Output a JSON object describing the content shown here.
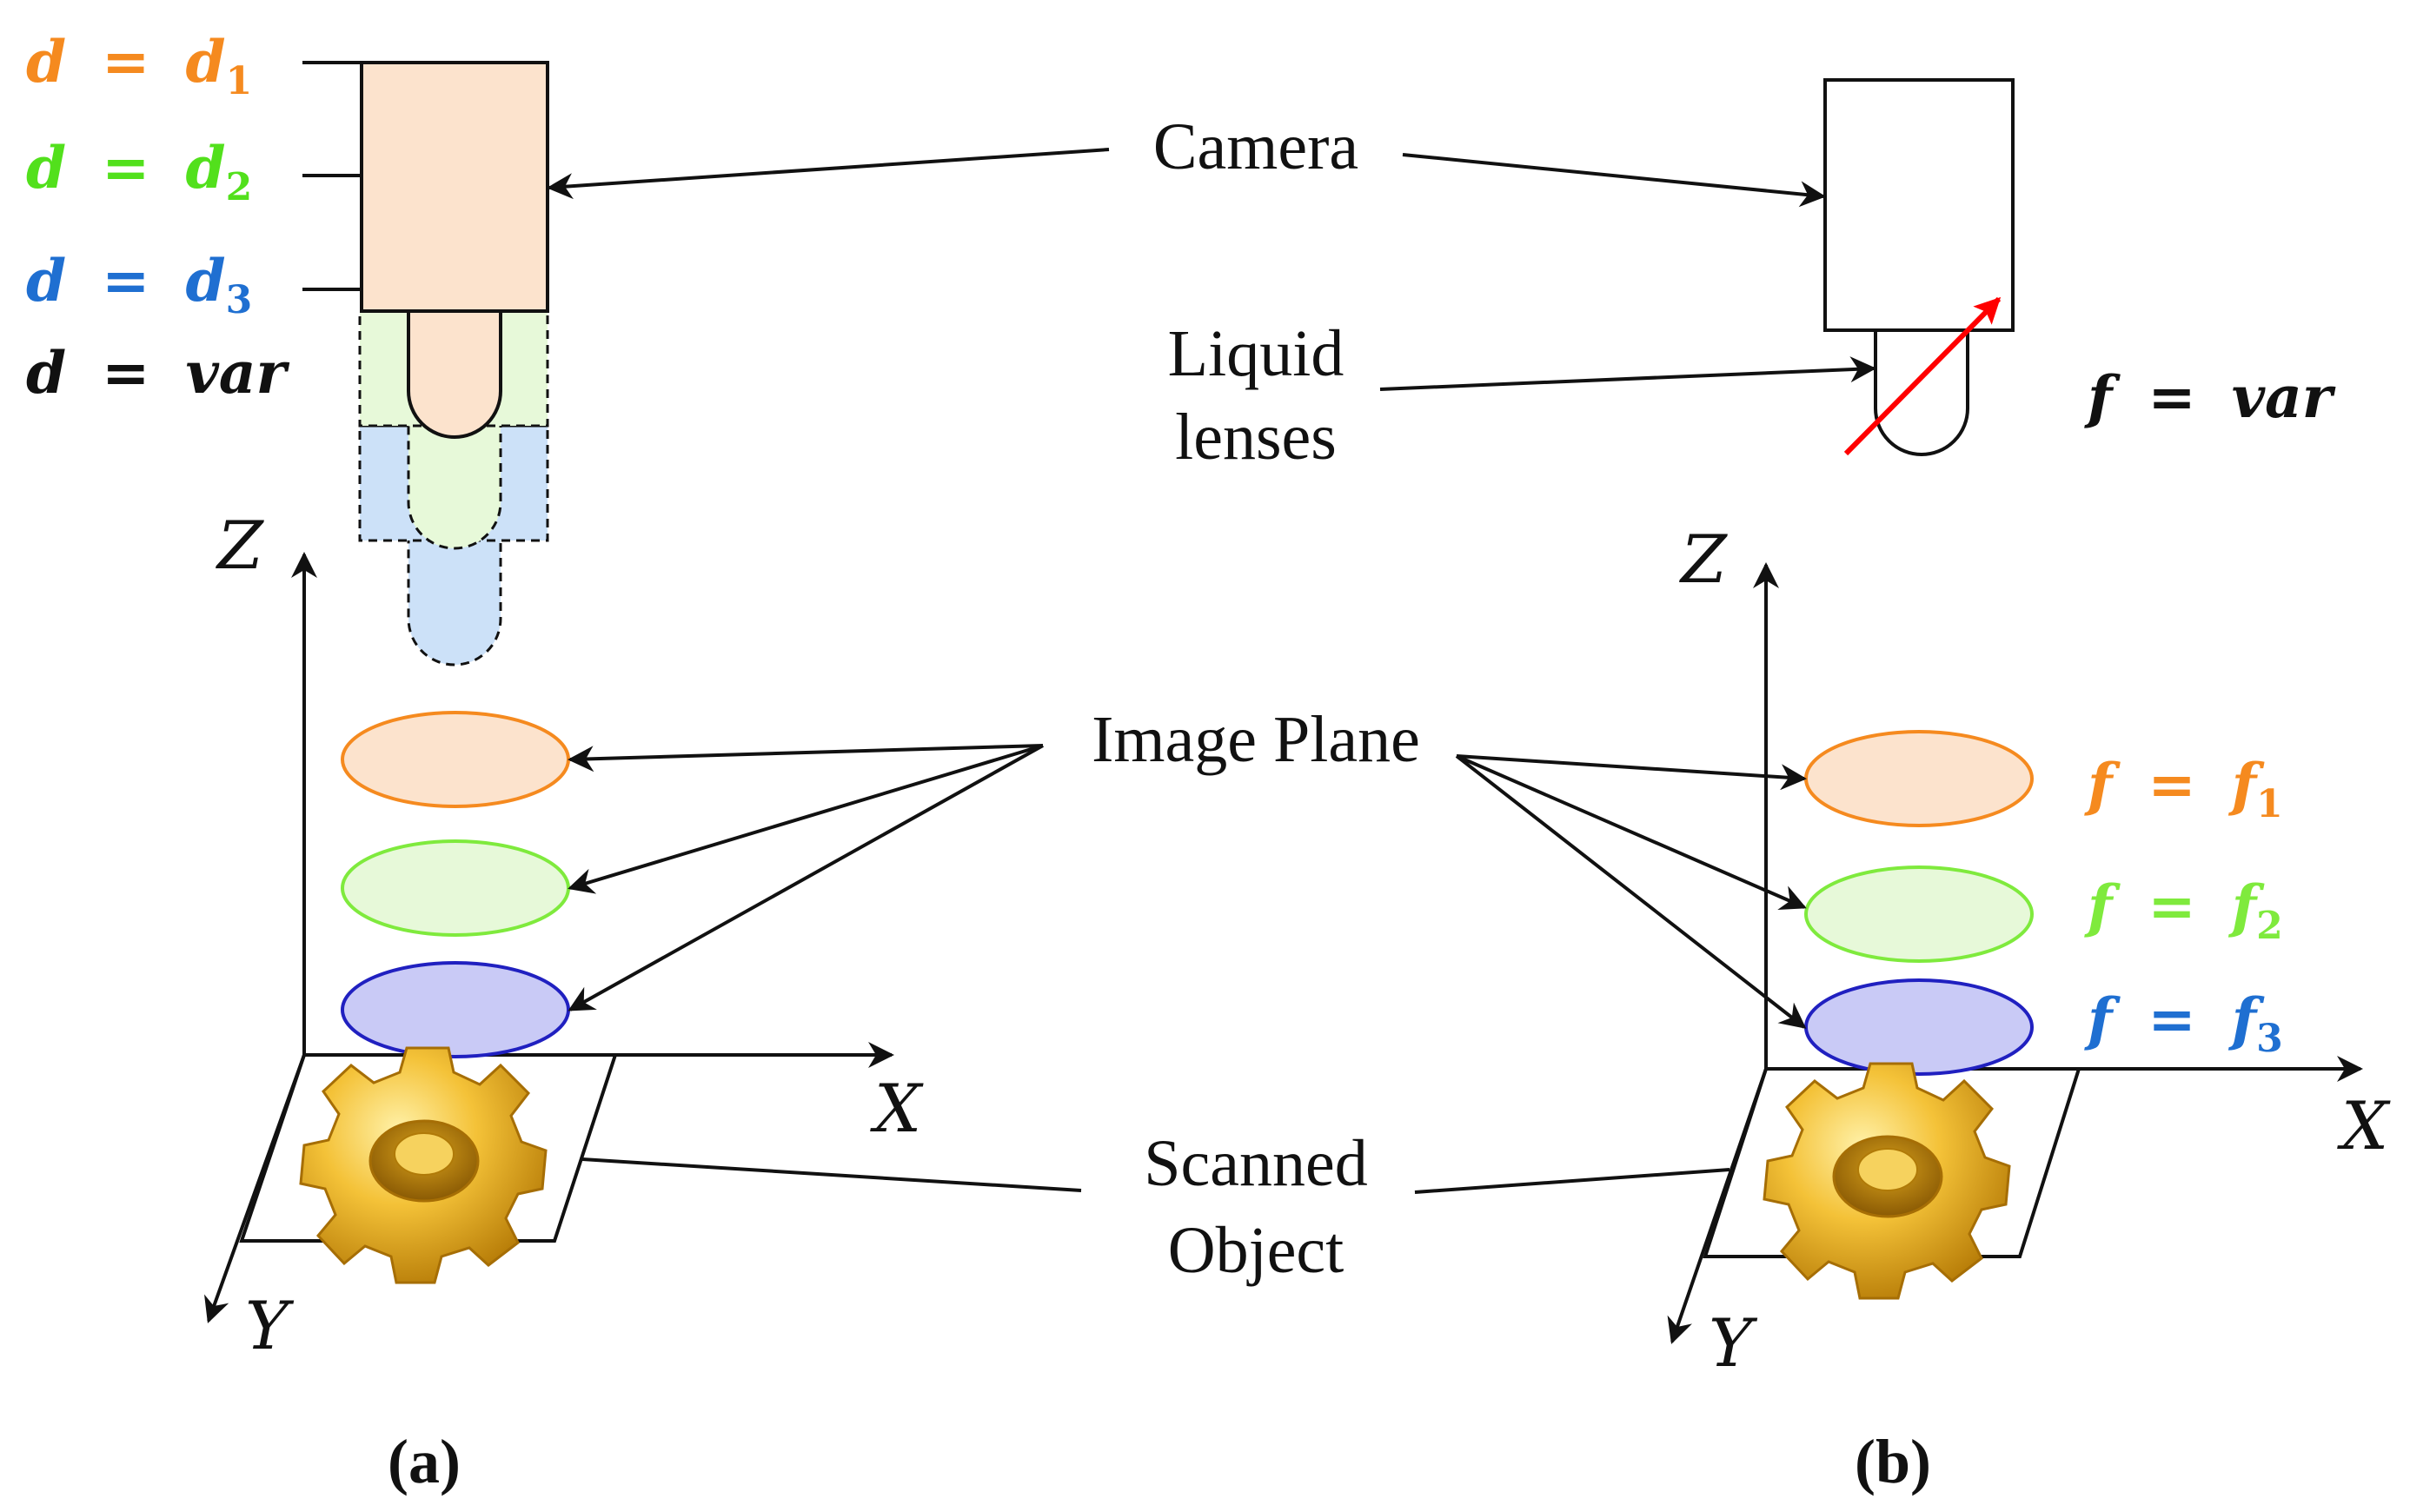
{
  "colors": {
    "orange": "#f58a1f",
    "green": "#52e01c",
    "blue": "#1f6fd1",
    "black": "#111111",
    "red": "#ff0000",
    "orange_fill": "#fce3cd",
    "green_fill": "#e7f9d9",
    "blue_fill": "#cce1f8",
    "plane3_fill": "#c9caf6",
    "plane3_stroke": "#2020c0"
  },
  "labels": {
    "camera": "Camera",
    "liquid_lenses_1": "Liquid",
    "liquid_lenses_2": "lenses",
    "image_plane": "Image Plane",
    "scanned_object_1": "Scanned",
    "scanned_object_2": "Object",
    "panel_a": "(a)",
    "panel_b": "(b)"
  },
  "left_equations": [
    {
      "lhs": "d",
      "eq": "=",
      "rhs": "d",
      "sub": "1",
      "color": "orange"
    },
    {
      "lhs": "d",
      "eq": "=",
      "rhs": "d",
      "sub": "2",
      "color": "green"
    },
    {
      "lhs": "d",
      "eq": "=",
      "rhs": "d",
      "sub": "3",
      "color": "blue"
    },
    {
      "lhs": "d",
      "eq": "=",
      "rhs": "var",
      "sub": "",
      "color": "black"
    }
  ],
  "right_equations": [
    {
      "lhs": "f",
      "eq": "=",
      "rhs": "f",
      "sub": "1",
      "color": "orange"
    },
    {
      "lhs": "f",
      "eq": "=",
      "rhs": "f",
      "sub": "2",
      "color": "green"
    },
    {
      "lhs": "f",
      "eq": "=",
      "rhs": "f",
      "sub": "3",
      "color": "blue"
    }
  ],
  "right_var_equation": {
    "lhs": "f",
    "eq": "=",
    "rhs": "var"
  },
  "axes": {
    "x": "X",
    "y": "Y",
    "z": "Z"
  },
  "icons": {
    "object": "gear-icon",
    "adjust": "red-arrow-icon"
  }
}
